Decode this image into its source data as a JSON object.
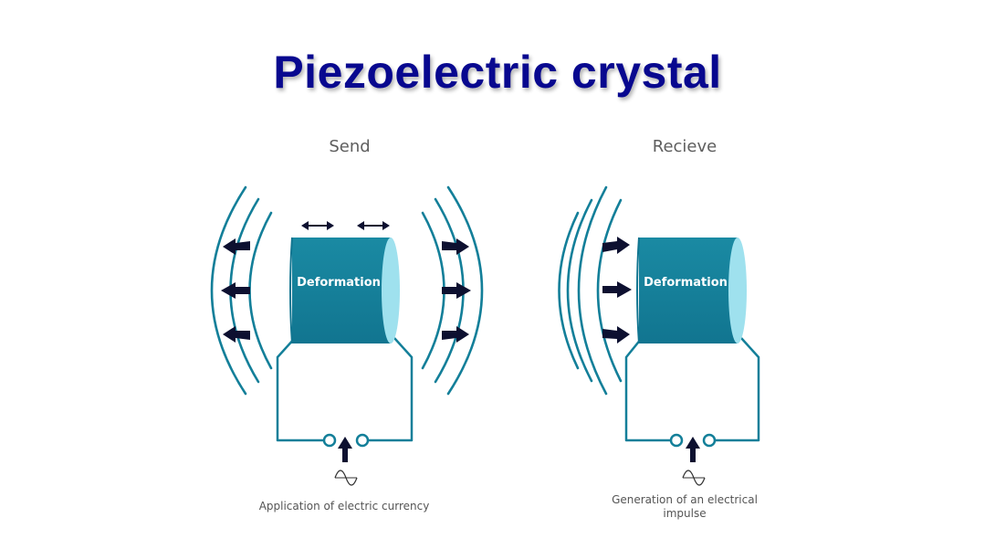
{
  "title": "Piezoelectric crystal",
  "colors": {
    "title": "#08088f",
    "cylinder_body": "#137f99",
    "cylinder_face": "#9fe1ee",
    "wave": "#137f99",
    "arrow": "#0d1030"
  },
  "panels": [
    {
      "id": "send",
      "heading": "Send",
      "cylinder_label": "Deformation",
      "caption": "Application of electric currency",
      "wave_direction": "outward"
    },
    {
      "id": "receive",
      "heading": "Recieve",
      "cylinder_label": "Deformation",
      "caption_line1": "Generation of an electrical",
      "caption_line2": "impulse",
      "wave_direction": "inward"
    }
  ],
  "icons": [
    "double-arrow-icon",
    "up-arrow-icon",
    "sine-wave-icon"
  ]
}
